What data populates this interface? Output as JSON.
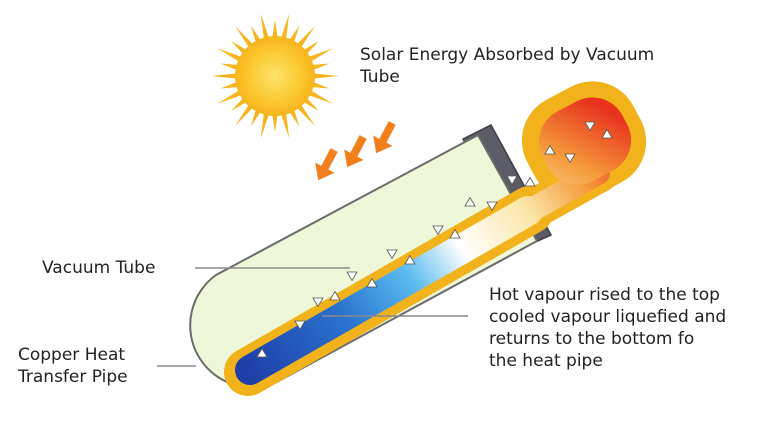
{
  "labels": {
    "solar_energy": [
      "Solar Energy Absorbed by Vacuum",
      "Tube"
    ],
    "vacuum_tube": [
      "Vacuum Tube"
    ],
    "copper_pipe": [
      "Copper Heat",
      "Transfer Pipe"
    ],
    "hot_vapour": [
      "Hot vapour rised to the top",
      "cooled vapour liquefied and",
      "returns to the bottom fo",
      "the heat pipe"
    ]
  },
  "icons": {
    "sun": "sun-icon",
    "sunlight": "arrow-down-icon",
    "vapour": "triangle-icon"
  },
  "colors": {
    "sun": "#f7b51d",
    "sun_core": "#fbd23c",
    "arrows": "#f07f1c",
    "glass_fill": "#eef7d8",
    "glass_outline": "#6b6b6b",
    "end_cap": "#5c5c66",
    "pipe_wall": "#f2b21b",
    "cold_vapour": "#1e3fa8",
    "mid_vapour": "#3aa7e6",
    "warm_vapour": "#fbe6a8",
    "hot_vapour": "#e8321e",
    "leader_lines": "#8a8a8a"
  }
}
